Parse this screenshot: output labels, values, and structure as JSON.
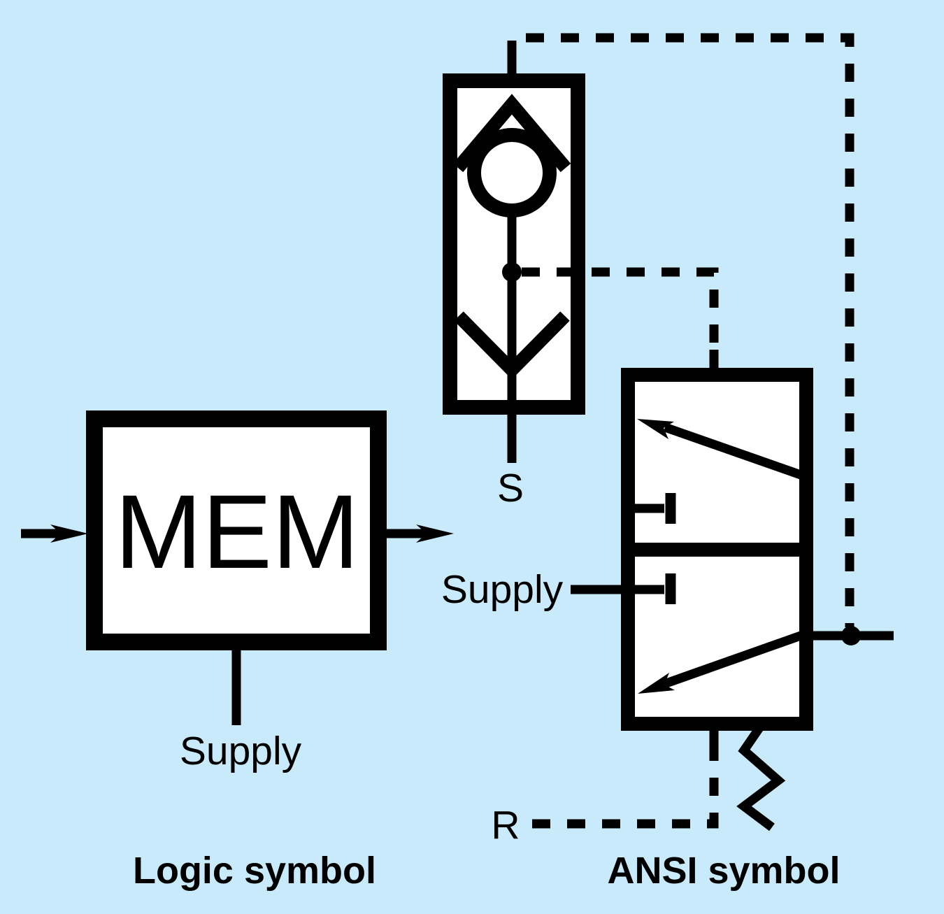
{
  "colors": {
    "background": "#c9eafb",
    "ink": "#000000",
    "box_fill": "#ffffff"
  },
  "logic_symbol": {
    "block_label": "MEM",
    "supply_label": "Supply",
    "caption": "Logic symbol"
  },
  "pilot_valve": {
    "set_label": "S"
  },
  "ansi_symbol": {
    "supply_label": "Supply",
    "reset_label": "R",
    "caption": "ANSI symbol"
  }
}
